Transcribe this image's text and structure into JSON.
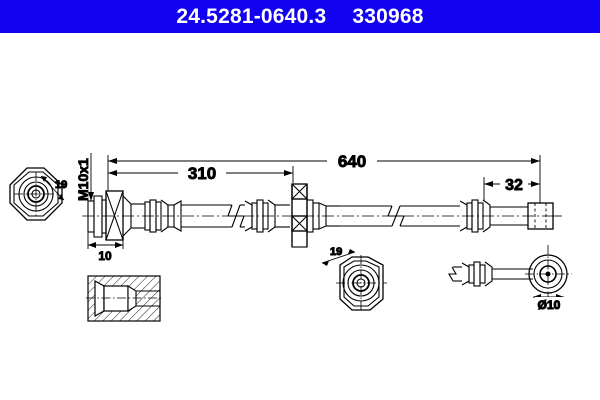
{
  "header": {
    "part_number": "24.5281-0640.3",
    "reference_number": "330968",
    "background_color": "#1200f0",
    "text_color": "#ffffff"
  },
  "drawing": {
    "title": "brake-hose-technical-drawing",
    "line_color": "#000000",
    "background_color": "#ffffff",
    "dimensions": {
      "overall_length": "640",
      "length_to_bracket": "310",
      "right_end_length": "32",
      "thread_length": "10",
      "thread_spec": "M10x1",
      "bracket_width_left": "19",
      "bracket_width_mid": "19",
      "eye_diameter": "Ø10"
    },
    "views": {
      "left_end_view_label": "19",
      "mid_end_view_label": "19",
      "section_detail_label": "",
      "banjo_eye_label": "Ø10"
    }
  }
}
